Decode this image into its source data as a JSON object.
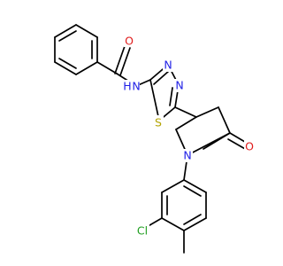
{
  "diagram": {
    "type": "chemical-structure",
    "colors": {
      "bond": "#000000",
      "C": "#000000",
      "N": "#1f1fe6",
      "O": "#e01c1c",
      "S": "#b3a300",
      "Cl": "#1e9e1e"
    },
    "atoms": [
      {
        "id": "o_amide",
        "element": "O",
        "label": "O"
      },
      {
        "id": "n_amide",
        "element": "N",
        "label": "N"
      },
      {
        "id": "h_amide",
        "element": "H",
        "label": "H"
      },
      {
        "id": "n_td1",
        "element": "N",
        "label": "N"
      },
      {
        "id": "n_td2",
        "element": "N",
        "label": "N"
      },
      {
        "id": "s_td",
        "element": "S",
        "label": "S"
      },
      {
        "id": "o_lactam",
        "element": "O",
        "label": "O"
      },
      {
        "id": "n_pyr",
        "element": "N",
        "label": "N"
      },
      {
        "id": "cl",
        "element": "Cl",
        "label": "Cl"
      }
    ]
  }
}
